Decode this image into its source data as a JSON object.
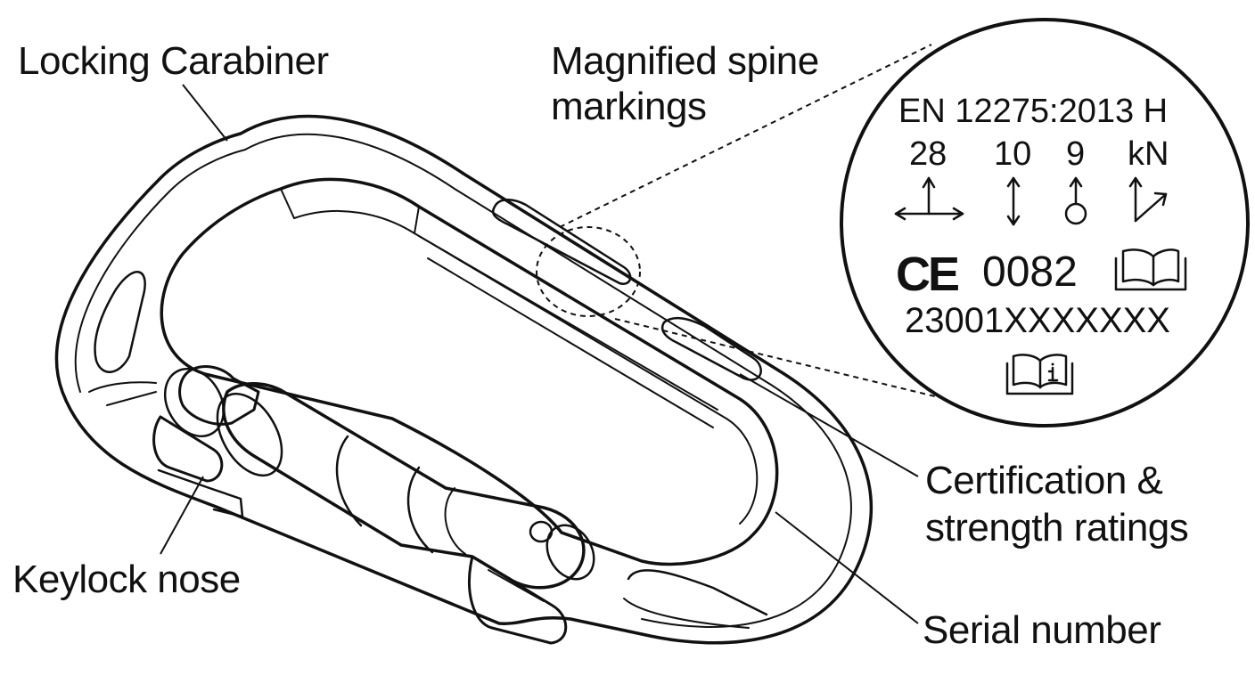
{
  "callouts": {
    "locking_carabiner": "Locking Carabiner",
    "magnified_line1": "Magnified spine",
    "magnified_line2": "markings",
    "certification_line1": "Certification &",
    "certification_line2": "strength ratings",
    "keylock_nose": "Keylock nose",
    "serial_number": "Serial number"
  },
  "spine_markings": {
    "standard": "EN 12275:2013 H",
    "strength_major_axis": "28",
    "strength_gate_open": "10",
    "strength_minor_axis": "9",
    "unit": "kN",
    "ce_mark": "CE",
    "notified_body": "0082",
    "serial": "23001XXXXXXX"
  },
  "icons": [
    "major-axis-arrow-icon",
    "minor-axis-arrow-icon",
    "gate-open-arrow-icon",
    "gate-open-load-icon",
    "open-book-icon",
    "read-instructions-icon"
  ],
  "colors": {
    "line": "#111111",
    "background": "#ffffff"
  }
}
